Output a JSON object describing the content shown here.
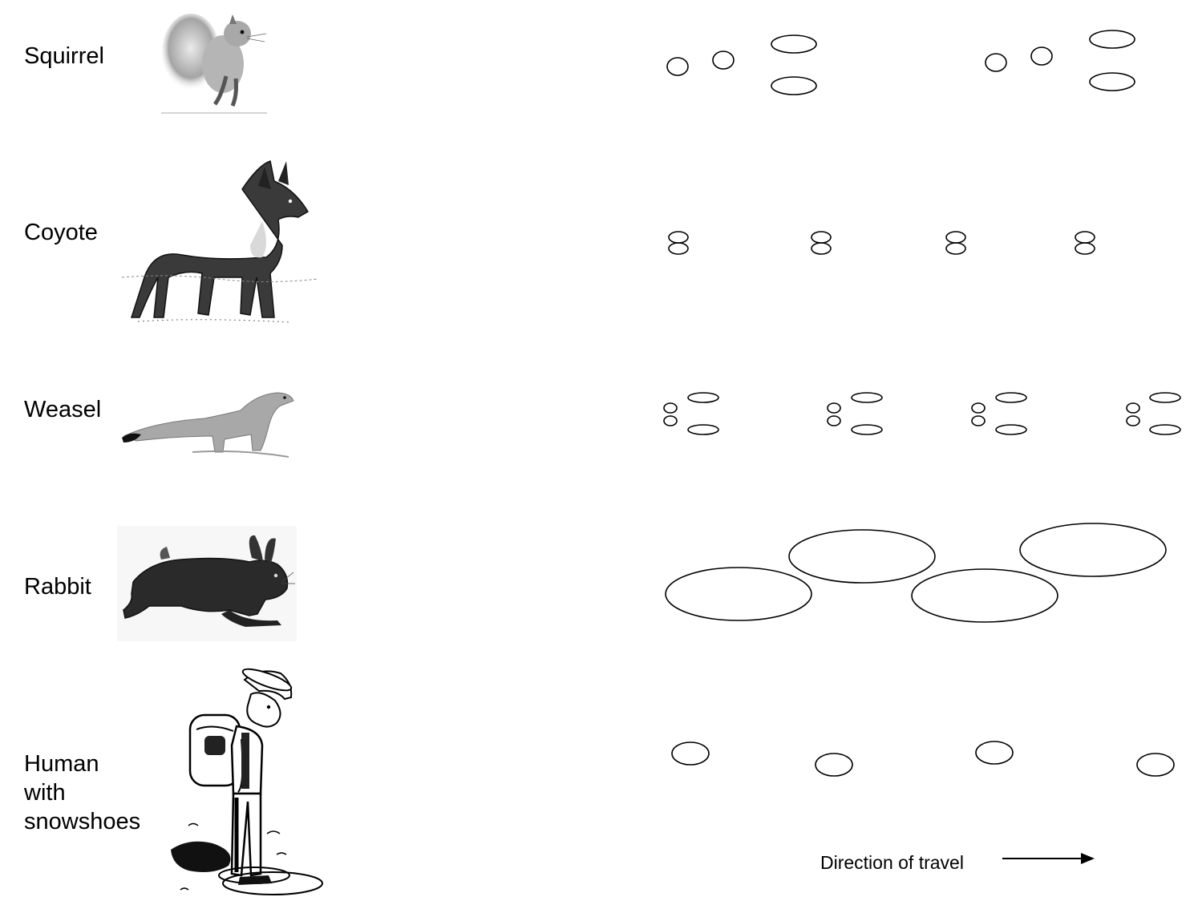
{
  "animals": [
    {
      "label": "Squirrel"
    },
    {
      "label": "Coyote"
    },
    {
      "label": "Weasel"
    },
    {
      "label": "Rabbit"
    },
    {
      "label": "Human\nwith\nsnowshoes"
    }
  ],
  "direction_label": "Direction of travel",
  "colors": {
    "ink": "#000000",
    "background": "#ffffff",
    "illustration_gray": "#555555"
  },
  "icons": {
    "squirrel": "squirrel-illustration",
    "coyote": "coyote-illustration",
    "weasel": "weasel-illustration",
    "rabbit": "rabbit-illustration",
    "human": "hiker-with-snowshoes-illustration",
    "arrow": "arrow-right-icon"
  }
}
